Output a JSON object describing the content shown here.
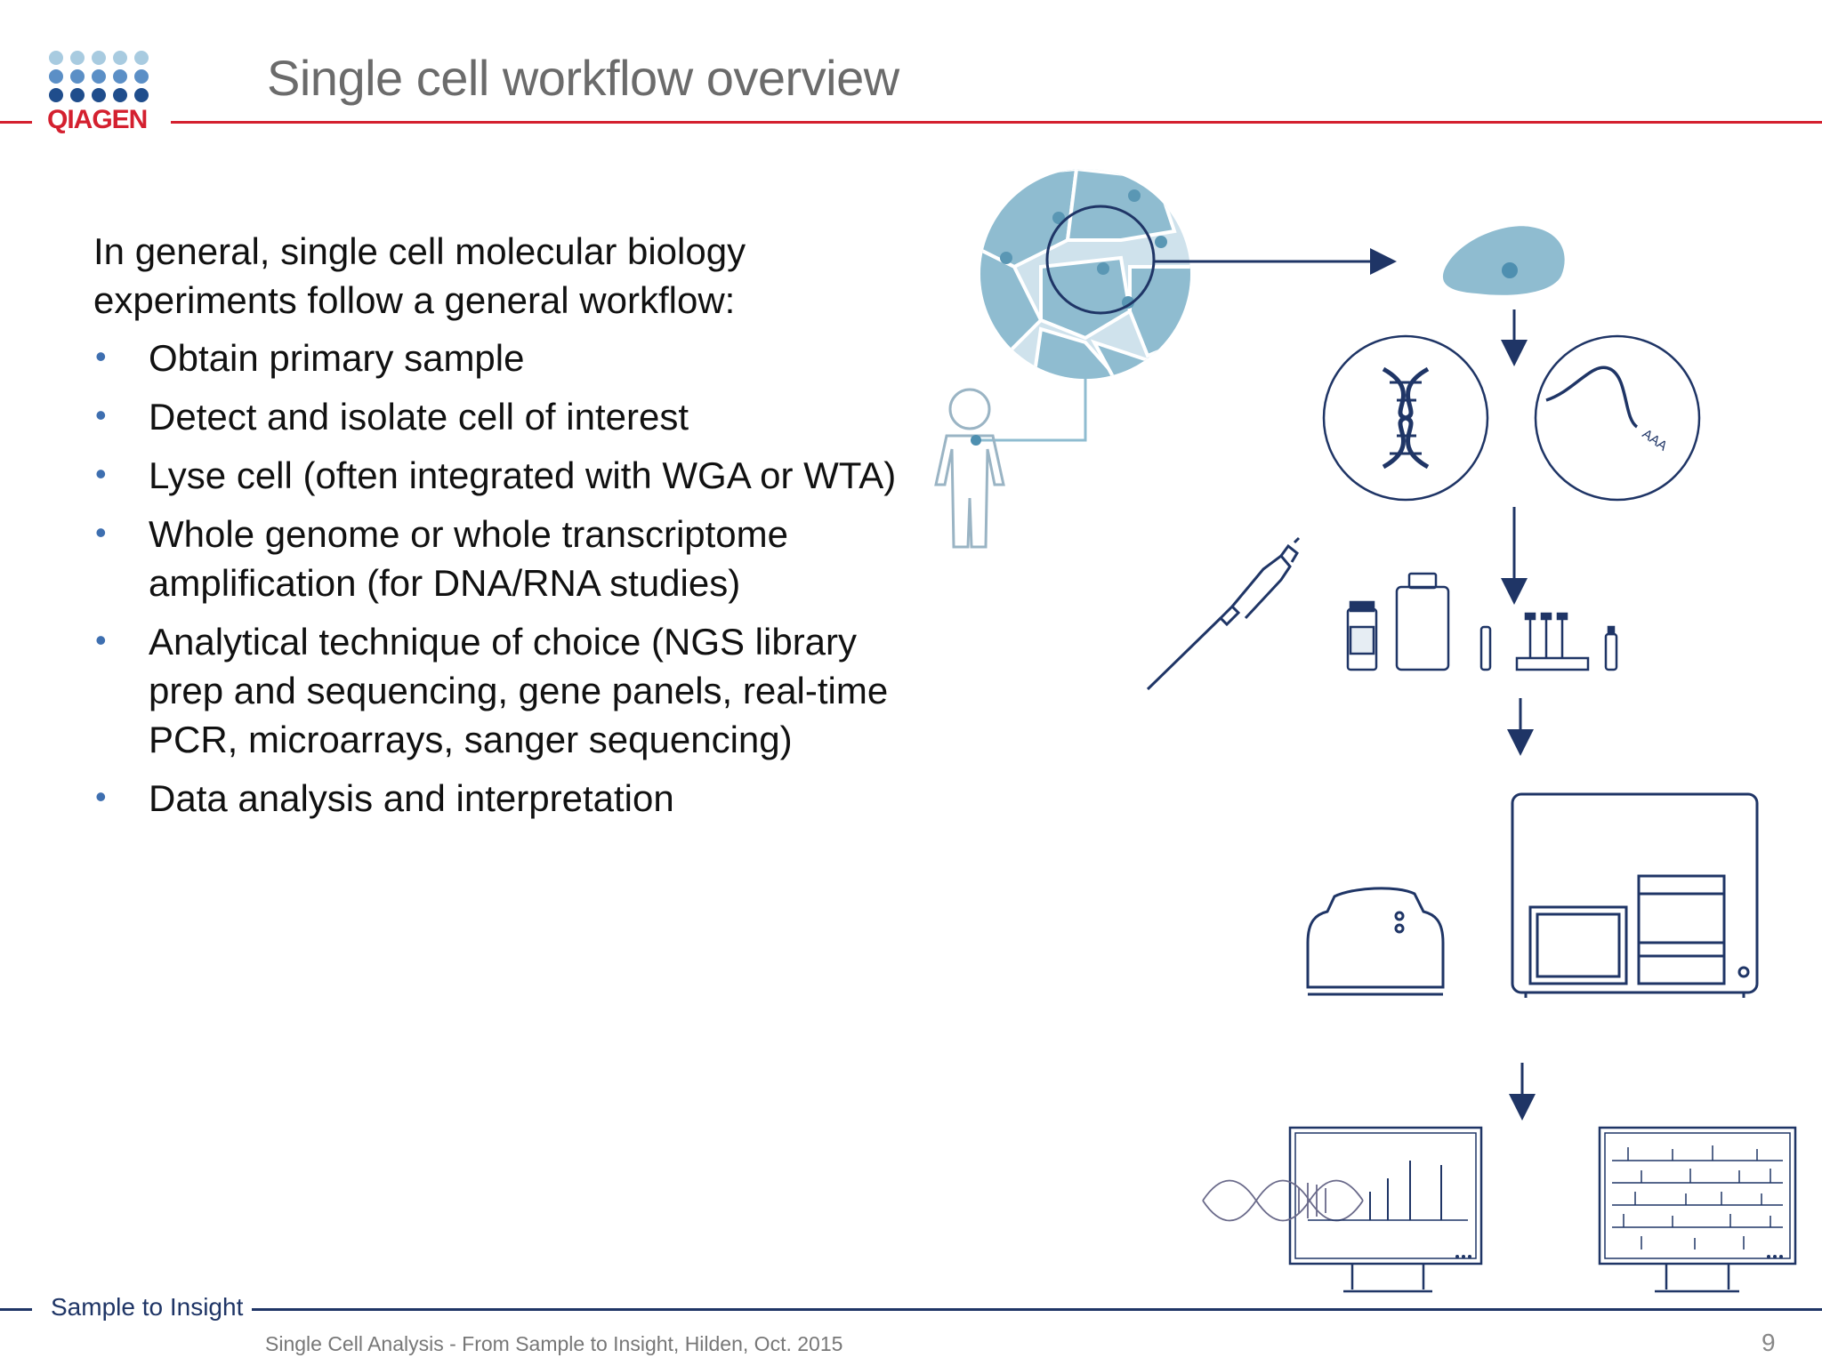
{
  "brand": {
    "logo_text": "QIAGEN",
    "colors": {
      "red": "#d4202f",
      "navy": "#1f3566",
      "light_blue": "#a8cbe0",
      "dot_blue": "#2d6aa8"
    }
  },
  "slide": {
    "title": "Single cell workflow overview",
    "intro": "In general, single cell molecular biology experiments follow a general workflow:",
    "bullets": [
      "Obtain primary sample",
      "Detect and isolate cell of interest",
      "Lyse cell (often integrated with WGA or WTA)",
      "Whole genome or whole transcriptome amplification (for DNA/RNA studies)",
      "Analytical technique of choice (NGS library prep and sequencing, gene panels, real-time PCR, microarrays, sanger sequencing)",
      "Data analysis and interpretation"
    ]
  },
  "diagram": {
    "rna_label": "AAA",
    "icons": [
      "tissue-sample-icon",
      "human-figure-icon",
      "single-cell-icon",
      "dna-helix-icon",
      "rna-strand-icon",
      "pipette-icon",
      "reagent-kit-icon",
      "thermal-cycler-icon",
      "sequencer-icon",
      "sequence-trace-monitor-icon",
      "microarray-monitor-icon"
    ]
  },
  "footer": {
    "tagline": "Sample to Insight",
    "text": "Single Cell Analysis - From Sample to Insight, Hilden, Oct. 2015",
    "page_number": "9"
  }
}
